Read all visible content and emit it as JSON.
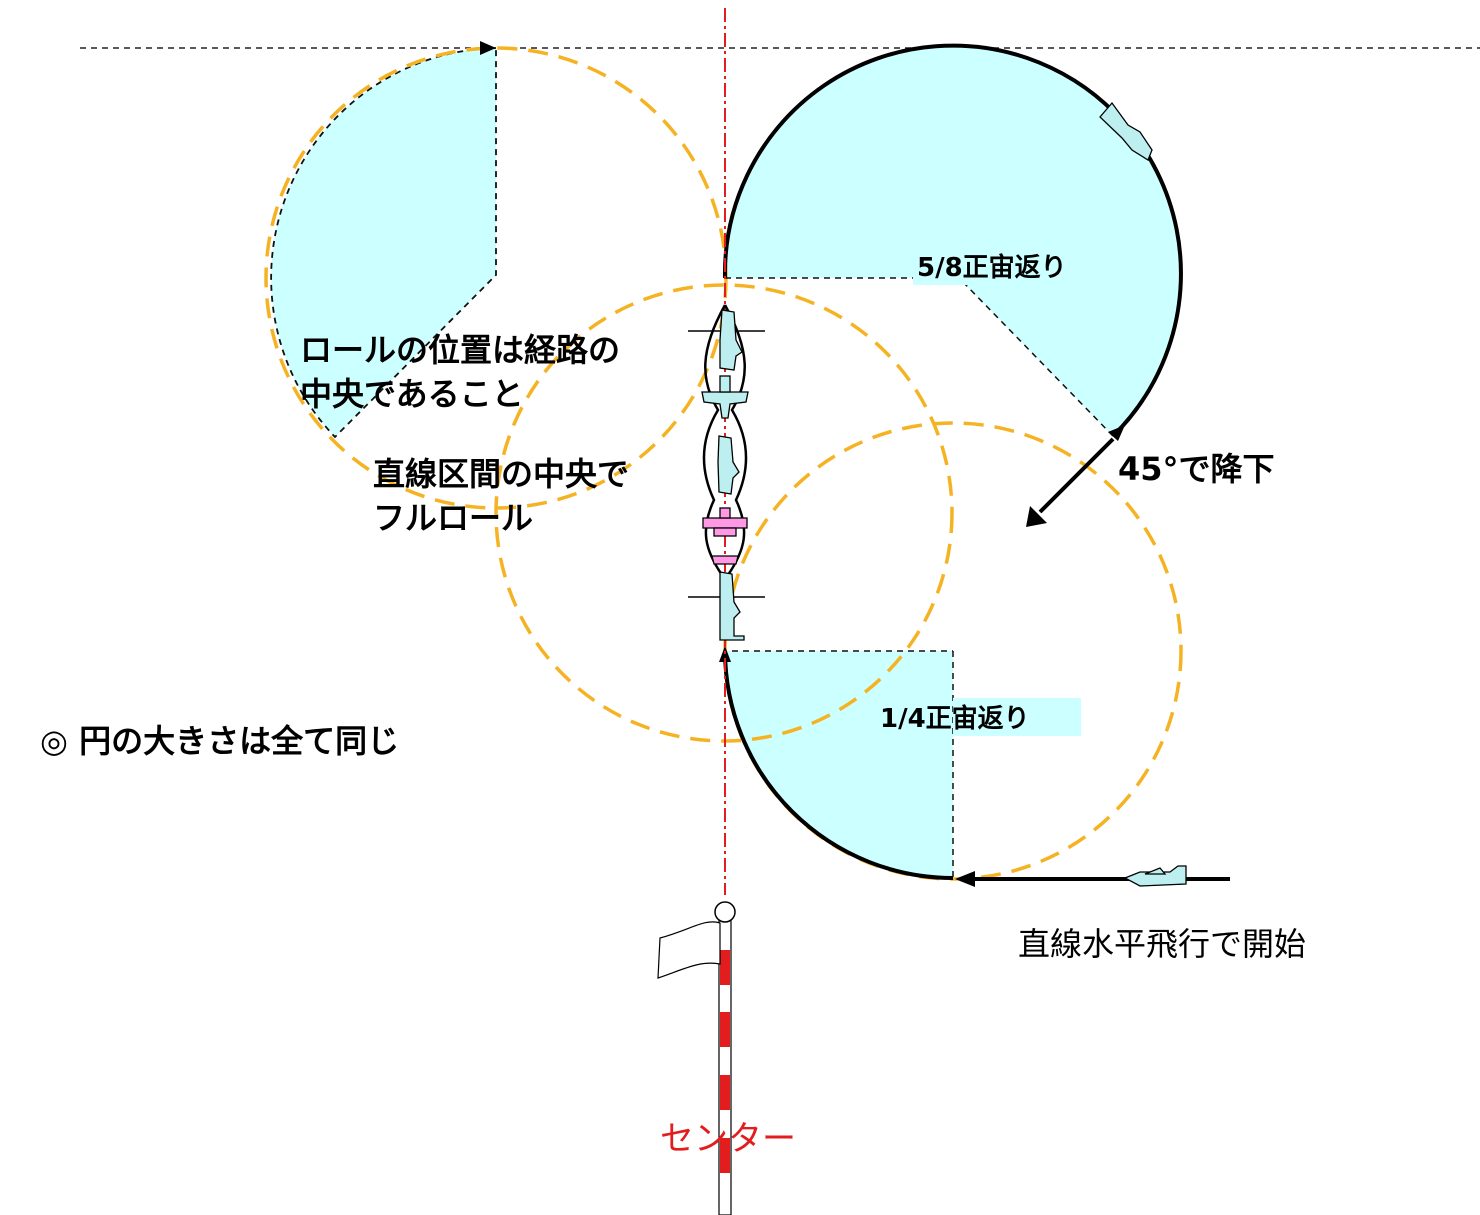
{
  "colors": {
    "fill": "#CCFFFF",
    "orange": "#F5B324",
    "pink": "#FF99E6",
    "aircraft": "#BDEFF0",
    "center_line": "#E31D1D",
    "pole_red": "#E31D1D",
    "text": "#000000"
  },
  "labels": {
    "five_eighths": "5/8正宙返り",
    "quarter": "1/4正宙返り",
    "descent": "45°で降下",
    "roll_position_line1": "ロールの位置は経路の",
    "roll_position_line2": "中央であること",
    "full_roll_line1": "直線区間の中央で",
    "full_roll_line2": "フルロール",
    "circles_note": "◎ 円の大きさは全て同じ",
    "start": "直線水平飛行で開始",
    "center": "センター"
  },
  "icons": {
    "aircraft": "aircraft-icon",
    "flag": "flag-icon",
    "pole": "center-pole-icon"
  }
}
